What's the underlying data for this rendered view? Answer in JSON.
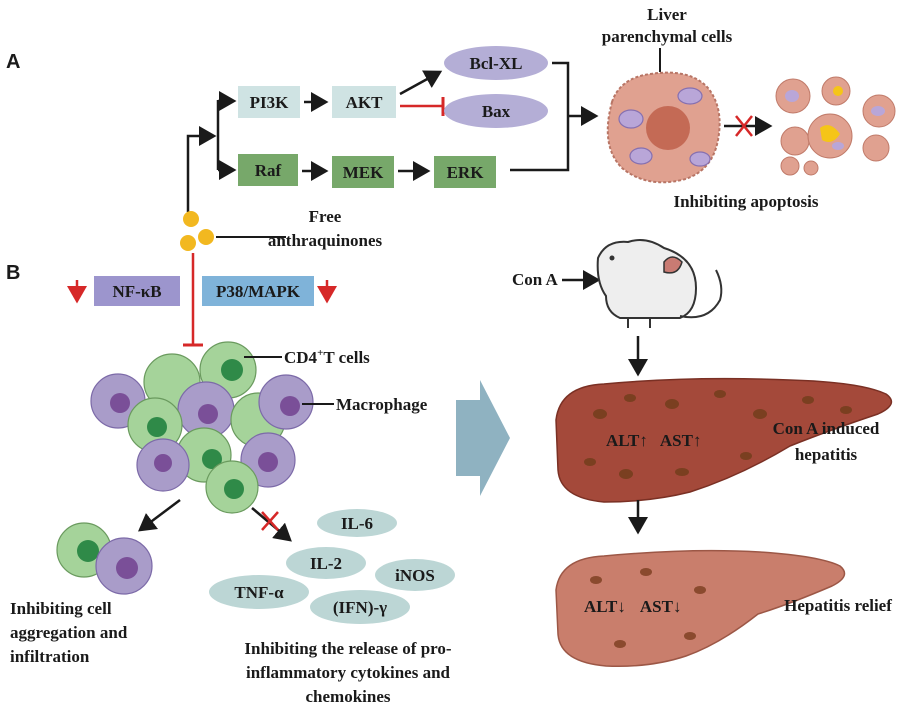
{
  "panels": {
    "a": "A",
    "b": "B"
  },
  "pathway": {
    "pi3k": "PI3K",
    "akt": "AKT",
    "bclxl": "Bcl-XL",
    "bax": "Bax",
    "raf": "Raf",
    "mek": "MEK",
    "erk": "ERK"
  },
  "liver_cells": {
    "line1": "Liver",
    "line2": "parenchymal cells"
  },
  "inhibiting_apoptosis": "Inhibiting apoptosis",
  "anthraquinones": {
    "line1": "Free",
    "line2": "anthraquinones"
  },
  "nfkb": "NF-κB",
  "p38": "P38/MAPK",
  "cd4": {
    "prefix": "CD4",
    "sup": "+",
    "suffix": "T cells"
  },
  "macrophage": "Macrophage",
  "cytokines": [
    "IL-6",
    "IL-2",
    "iNOS",
    "TNF-α",
    "(IFN)-γ"
  ],
  "inhibit_aggregation": [
    "Inhibiting cell",
    "aggregation and",
    "infiltration"
  ],
  "inhibit_release": [
    "Inhibiting the release of pro-",
    "inflammatory cytokines and",
    "chemokines"
  ],
  "con_a": "Con A",
  "liver_top": {
    "alt": "ALT",
    "ast": "AST",
    "arrow": "↑"
  },
  "liver_bottom": {
    "alt": "ALT",
    "ast": "AST",
    "arrow": "↓"
  },
  "con_a_hepatitis": [
    "Con A induced",
    "hepatitis"
  ],
  "hepatitis_relief": "Hepatitis relief",
  "colors": {
    "pi3k_box": "#cfe3e3",
    "raf_box": "#77a86a",
    "bcl_ellipse": "#b4aed6",
    "nfkb_box": "#9c95cd",
    "p38_box": "#7fb3d9",
    "inhibit_red": "#d62828",
    "liver_dark": "#a4493a",
    "liver_light": "#c97e6c",
    "cell_pink": "#e0a190",
    "cytokine": "#bcd6d5",
    "big_arrow": "#8fb2c1"
  }
}
